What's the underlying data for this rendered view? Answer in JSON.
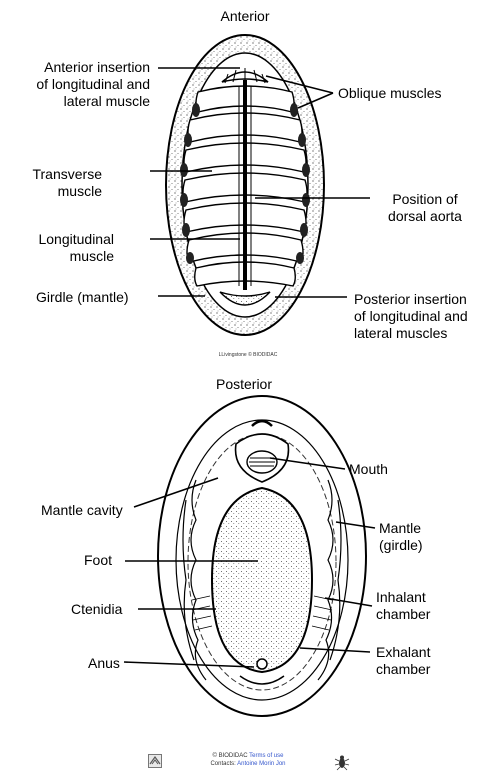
{
  "top_figure": {
    "heading": "Anterior",
    "labels": {
      "anterior_insertion": [
        "Anterior insertion",
        "of longitudinal and",
        "lateral muscle"
      ],
      "oblique": "Oblique muscles",
      "transverse": [
        "Transverse",
        "muscle"
      ],
      "dorsal_aorta": [
        "Position of",
        "dorsal aorta"
      ],
      "longitudinal": [
        "Longitudinal",
        "muscle"
      ],
      "girdle": "Girdle (mantle)",
      "posterior_insertion": [
        "Posterior insertion",
        "of longitudinal and",
        "lateral muscles"
      ]
    },
    "credit": "LLivingstone © BIODIDAC"
  },
  "bottom_figure": {
    "heading": "Posterior",
    "labels": {
      "mouth": "Mouth",
      "mantle_cavity": "Mantle cavity",
      "mantle": [
        "Mantle",
        "(girdle)"
      ],
      "foot": "Foot",
      "ctenidia": "Ctenidia",
      "inhalant": [
        "Inhalant",
        "chamber"
      ],
      "anus": "Anus",
      "exhalant": [
        "Exhalant",
        "chamber"
      ]
    }
  },
  "footer": {
    "copyright": "© BIODIDAC",
    "terms": "Terms of use",
    "contacts_label": "Contacts:",
    "contacts_names": "Antoine Morin Jon"
  }
}
